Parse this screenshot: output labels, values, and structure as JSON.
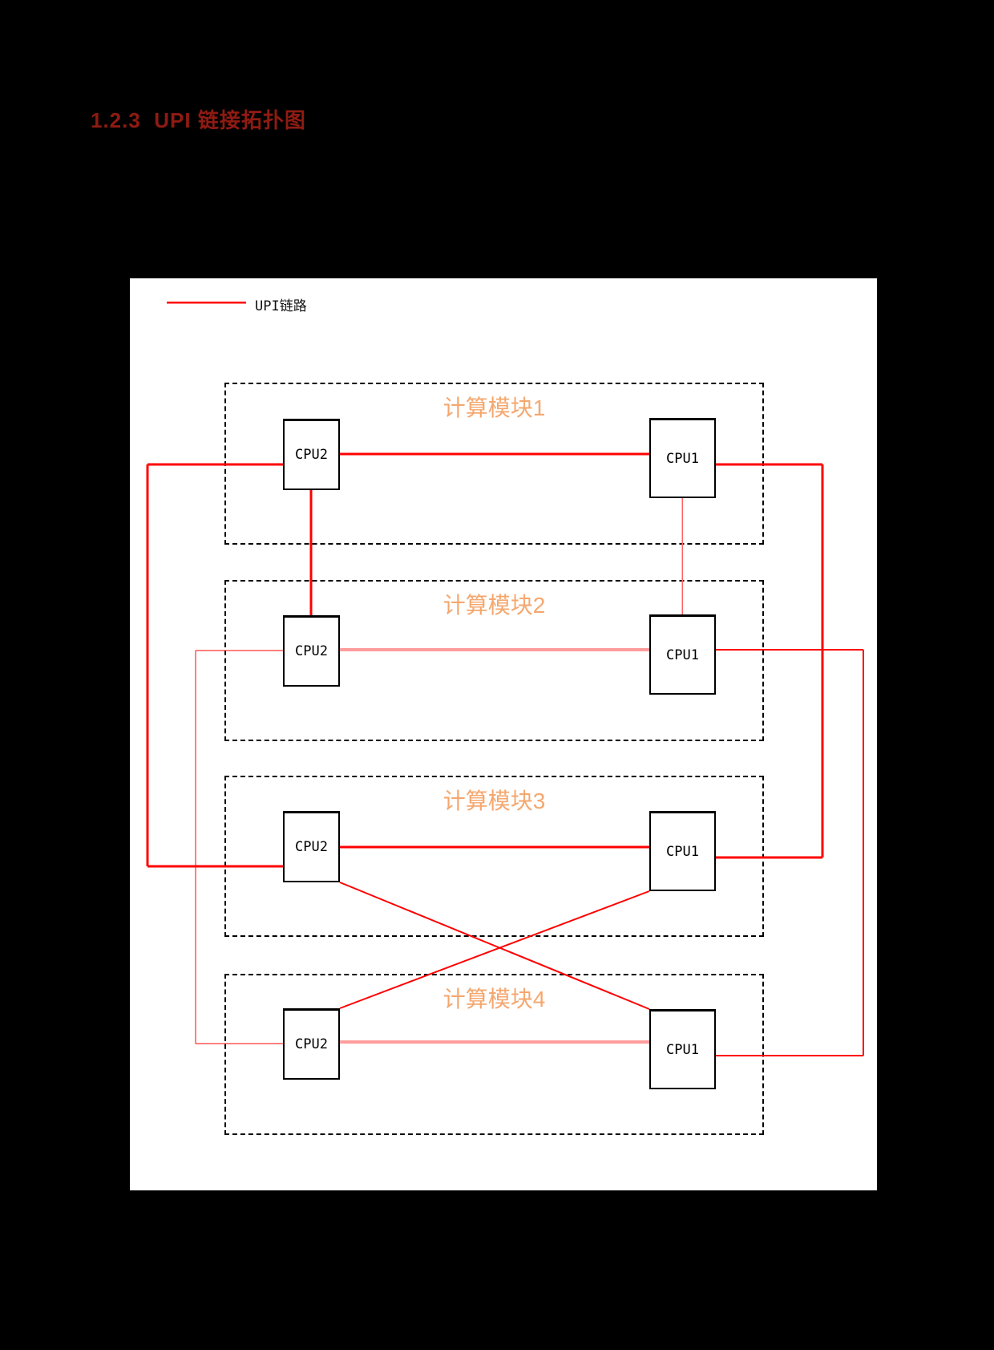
{
  "heading": "1.2.3  UPI 链接拓扑图",
  "legend": {
    "label": "UPI链路"
  },
  "diagram": {
    "modules": [
      {
        "title": "计算模块1",
        "cpus": [
          {
            "label": "CPU2"
          },
          {
            "label": "CPU1"
          }
        ]
      },
      {
        "title": "计算模块2",
        "cpus": [
          {
            "label": "CPU2"
          },
          {
            "label": "CPU1"
          }
        ]
      },
      {
        "title": "计算模块3",
        "cpus": [
          {
            "label": "CPU2"
          },
          {
            "label": "CPU1"
          }
        ]
      },
      {
        "title": "计算模块4",
        "cpus": [
          {
            "label": "CPU2"
          },
          {
            "label": "CPU1"
          }
        ]
      }
    ],
    "links": [
      {
        "from": "module1.CPU2",
        "to": "module1.CPU1",
        "style": "red"
      },
      {
        "from": "module2.CPU2",
        "to": "module2.CPU1",
        "style": "pink"
      },
      {
        "from": "module3.CPU2",
        "to": "module3.CPU1",
        "style": "red"
      },
      {
        "from": "module4.CPU2",
        "to": "module4.CPU1",
        "style": "pink"
      },
      {
        "from": "module1.CPU2",
        "to": "module2.CPU2",
        "style": "red"
      },
      {
        "from": "module1.CPU1",
        "to": "module2.CPU1",
        "style": "light-red"
      },
      {
        "from": "module1.CPU2",
        "to": "module3.CPU2",
        "style": "red-left-loop"
      },
      {
        "from": "module1.CPU1",
        "to": "module3.CPU1",
        "style": "red-right-loop"
      },
      {
        "from": "module2.CPU2",
        "to": "module4.CPU2",
        "style": "thin-red-left-loop"
      },
      {
        "from": "module2.CPU1",
        "to": "module4.CPU1",
        "style": "red-right-loop"
      },
      {
        "from": "module3.CPU2",
        "to": "module4.CPU1",
        "style": "red-diagonal"
      },
      {
        "from": "module3.CPU1",
        "to": "module4.CPU2",
        "style": "red-diagonal"
      }
    ]
  },
  "colors": {
    "background": "#000000",
    "panel": "#ffffff",
    "heading": "#8e1b12",
    "module_title": "#f5a76e",
    "link_red": "#ff0000",
    "link_pink": "#ff9c9c",
    "link_light_red": "#ff6666",
    "box_border": "#000000"
  }
}
